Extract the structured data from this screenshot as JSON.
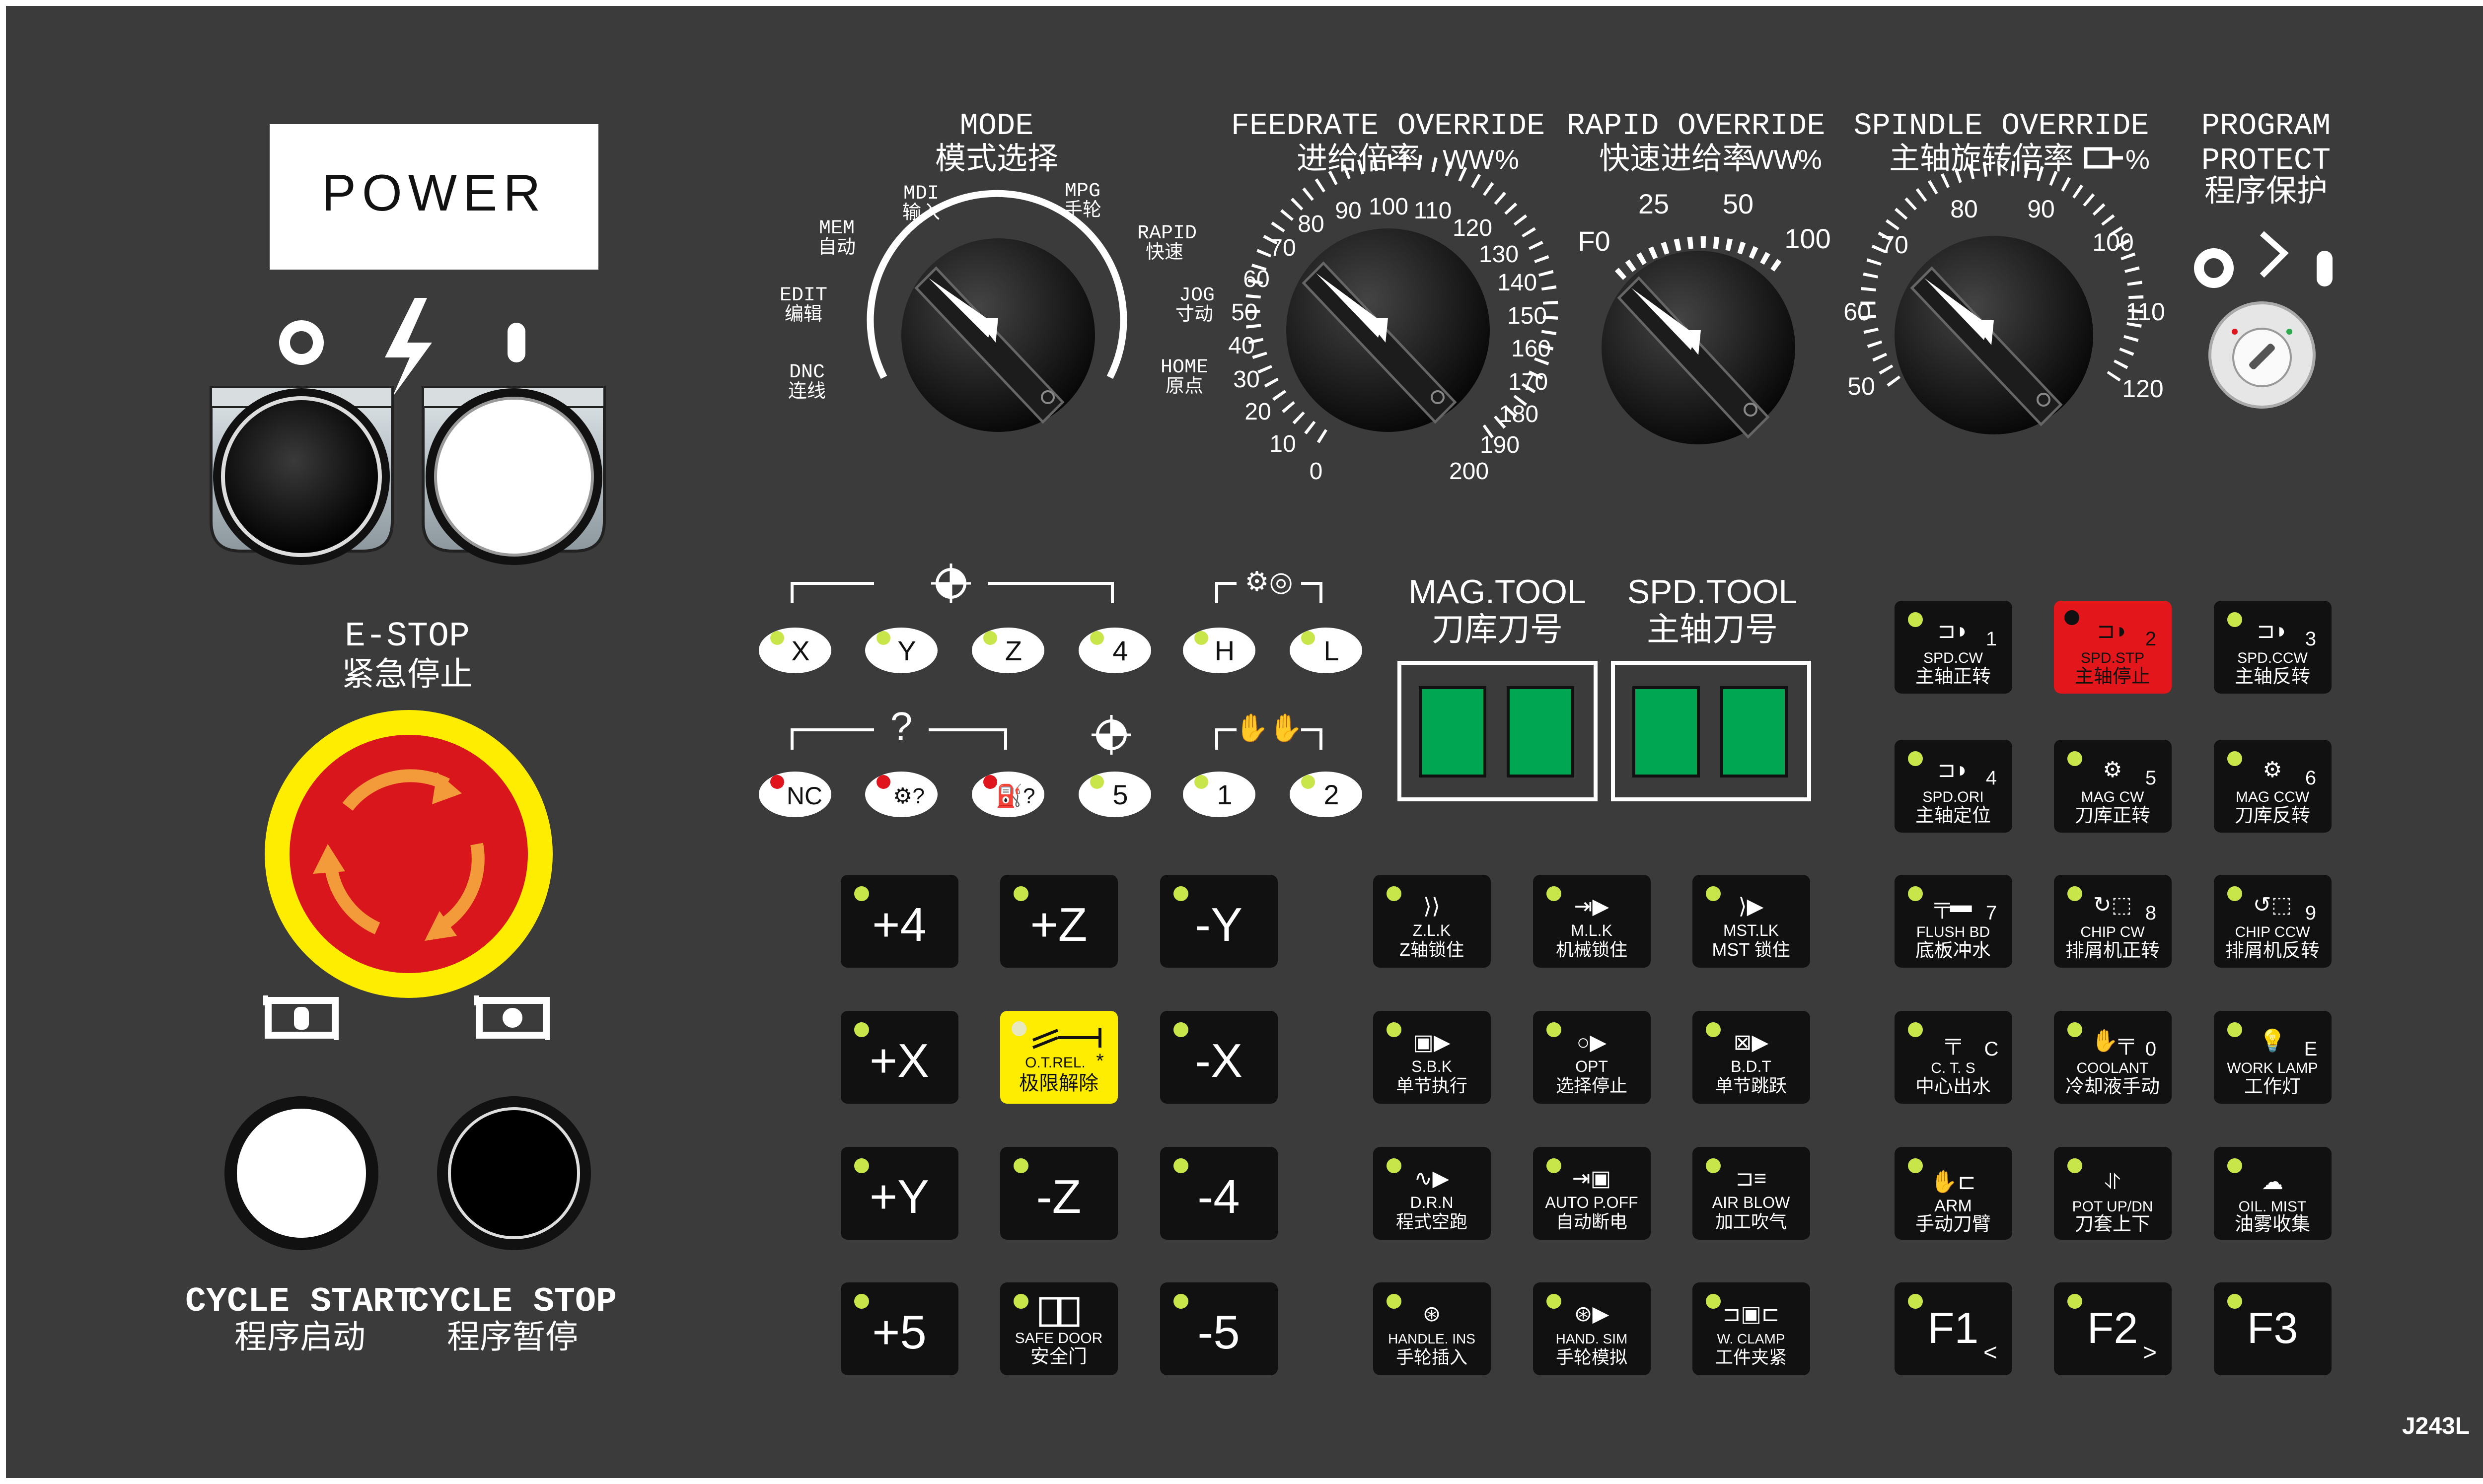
{
  "power": {
    "label": "POWER"
  },
  "estop": {
    "en": "E-STOP",
    "cn": "紧急停止"
  },
  "cycle_start": {
    "en": "CYCLE START",
    "cn": "程序启动"
  },
  "cycle_stop": {
    "en": "CYCLE STOP",
    "cn": "程序暂停"
  },
  "mode": {
    "title_en": "MODE",
    "title_cn": "模式选择",
    "positions": [
      {
        "en": "DNC",
        "cn": "连线"
      },
      {
        "en": "EDIT",
        "cn": "编辑"
      },
      {
        "en": "MEM",
        "cn": "自动"
      },
      {
        "en": "MDI",
        "cn": "输入"
      },
      {
        "en": "MPG",
        "cn": "手轮"
      },
      {
        "en": "RAPID",
        "cn": "快速"
      },
      {
        "en": "JOG",
        "cn": "寸动"
      },
      {
        "en": "HOME",
        "cn": "原点"
      }
    ]
  },
  "feedrate": {
    "title_en": "FEEDRATE OVERRIDE",
    "title_cn": "进给倍率",
    "unit": "%",
    "scale": [
      "0",
      "10",
      "20",
      "30",
      "40",
      "50",
      "60",
      "70",
      "80",
      "90",
      "100",
      "110",
      "120",
      "130",
      "140",
      "150",
      "160",
      "170",
      "180",
      "190",
      "200"
    ]
  },
  "rapid": {
    "title_en": "RAPID OVERRIDE",
    "title_cn": "快速进给率",
    "unit": "%",
    "scale": [
      "F0",
      "25",
      "50",
      "100"
    ]
  },
  "spindle": {
    "title_en": "SPINDLE OVERRIDE",
    "title_cn": "主轴旋转倍率",
    "unit": "%",
    "scale": [
      "50",
      "60",
      "70",
      "80",
      "90",
      "100",
      "110",
      "120"
    ]
  },
  "protect": {
    "l1": "PROGRAM",
    "l2": "PROTECT",
    "cn": "程序保护"
  },
  "axis_select": [
    "X",
    "Y",
    "Z",
    "4",
    "5"
  ],
  "handwheel_rate": [
    "H",
    "L"
  ],
  "handwheel_sel": [
    "1",
    "2"
  ],
  "nc": {
    "label": "NC"
  },
  "alarm_question": "?",
  "mag_tool": {
    "en": "MAG.TOOL",
    "cn": "刀库刀号"
  },
  "spd_tool": {
    "en": "SPD.TOOL",
    "cn": "主轴刀号"
  },
  "jog_keys": [
    "+4",
    "+Z",
    "-Y",
    "+X",
    "-X",
    "+Y",
    "-Z",
    "-4",
    "+5",
    "-5"
  ],
  "otrel": {
    "en": "O.T.REL.",
    "cn": "极限解除",
    "star": "*"
  },
  "safe_door": {
    "en": "SAFE DOOR",
    "cn": "安全门"
  },
  "func_keys": [
    {
      "en": "Z.L.K",
      "cn": "Z轴锁住"
    },
    {
      "en": "M.L.K",
      "cn": "机械锁住"
    },
    {
      "en": "MST.LK",
      "cn": "MST 锁住"
    },
    {
      "en": "S.B.K",
      "cn": "单节执行"
    },
    {
      "en": "OPT",
      "cn": "选择停止"
    },
    {
      "en": "B.D.T",
      "cn": "单节跳跃"
    },
    {
      "en": "D.R.N",
      "cn": "程式空跑"
    },
    {
      "en": "AUTO P.OFF",
      "cn": "自动断电"
    },
    {
      "en": "AIR BLOW",
      "cn": "加工吹气"
    },
    {
      "en": "HANDLE. INS",
      "cn": "手轮插入"
    },
    {
      "en": "HAND. SIM",
      "cn": "手轮模拟"
    },
    {
      "en": "W. CLAMP",
      "cn": "工件夹紧"
    }
  ],
  "right_keys": [
    {
      "en": "SPD.CW",
      "cn": "主轴正转",
      "num": "1"
    },
    {
      "en": "SPD.STP",
      "cn": "主轴停止",
      "num": "2"
    },
    {
      "en": "SPD.CCW",
      "cn": "主轴反转",
      "num": "3"
    },
    {
      "en": "SPD.ORI",
      "cn": "主轴定位",
      "num": "4"
    },
    {
      "en": "MAG CW",
      "cn": "刀库正转",
      "num": "5"
    },
    {
      "en": "MAG CCW",
      "cn": "刀库反转",
      "num": "6"
    },
    {
      "en": "FLUSH BD",
      "cn": "底板冲水",
      "num": "7"
    },
    {
      "en": "CHIP CW",
      "cn": "排屑机正转",
      "num": "8"
    },
    {
      "en": "CHIP CCW",
      "cn": "排屑机反转",
      "num": "9"
    },
    {
      "en": "C. T. S",
      "cn": "中心出水",
      "num": "C"
    },
    {
      "en": "COOLANT",
      "cn": "冷却液手动",
      "num": "0"
    },
    {
      "en": "WORK LAMP",
      "cn": "工作灯",
      "num": "E"
    },
    {
      "en": "ARM",
      "cn": "手动刀臂",
      "num": ""
    },
    {
      "en": "POT UP/DN",
      "cn": "刀套上下",
      "num": ""
    },
    {
      "en": "OIL. MIST",
      "cn": "油雾收集",
      "num": ""
    }
  ],
  "fkeys": [
    {
      "label": "F1",
      "sub": "<"
    },
    {
      "label": "F2",
      "sub": ">"
    },
    {
      "label": "F3",
      "sub": ""
    }
  ],
  "model": "J243L",
  "colors": {
    "panel": "#3b3b3b",
    "key": "#111111",
    "led": "#c8e64a",
    "led_red": "#e0141c",
    "display": "#00a651",
    "estop_red": "#d9161c",
    "estop_yellow": "#ffed00",
    "otrel_yellow": "#ffed00",
    "spd_stop_red": "#e3161c"
  }
}
